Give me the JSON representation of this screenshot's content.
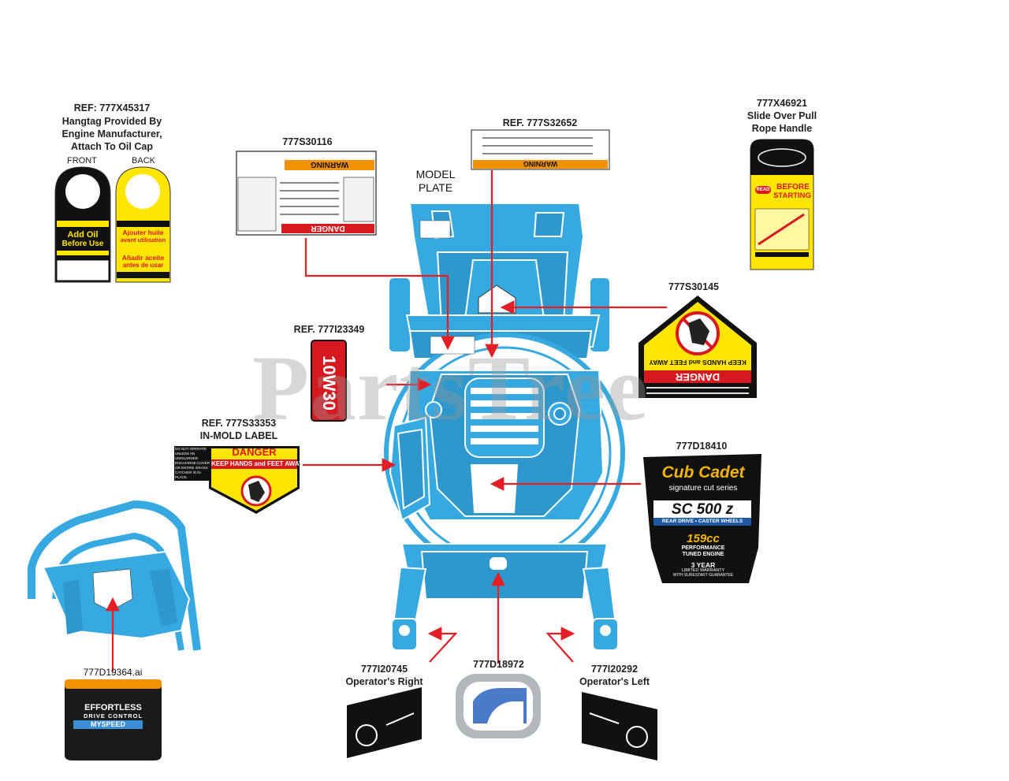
{
  "watermark": "PartsTree",
  "callouts": {
    "hangtag": {
      "ref": "REF: 777X45317",
      "desc_line1": "Hangtag Provided By",
      "desc_line2": "Engine Manufacturer,",
      "desc_line3": "Attach To Oil Cap",
      "front_label": "FRONT",
      "back_label": "BACK",
      "front_text1": "Add Oil",
      "front_text2": "Before Use",
      "back_text1": "Ajouter huile",
      "back_text2": "avant utilisation",
      "back_text3": "Añadir aceite",
      "back_text4": "antes de usar"
    },
    "warning_label": {
      "ref": "777S30116",
      "header_warning": "WARNING",
      "header_danger": "DANGER"
    },
    "model_plate": {
      "line1": "MODEL",
      "line2": "PLATE"
    },
    "handle_label": {
      "ref": "REF. 777S32652",
      "header": "WARNING"
    },
    "pull_handle": {
      "ref": "777X46921",
      "desc_line1": "Slide Over Pull",
      "desc_line2": "Rope Handle",
      "read": "READ",
      "before": "BEFORE",
      "starting": "STARTING"
    },
    "rear_guard": {
      "ref": "777S30145",
      "danger": "DANGER",
      "text": "KEEP HANDS and FEET AWAY"
    },
    "oil_label": {
      "ref": "REF. 777I23349",
      "text": "10W30"
    },
    "in_mold": {
      "ref": "REF. 777S33353",
      "desc": "IN-MOLD LABEL",
      "danger": "DANGER",
      "text": "KEEP HANDS and FEET AWAY",
      "side_text1": "DO NOT OPERATE",
      "side_text2": "UNLESS AN",
      "side_text3": "UNGUARDED",
      "side_text4": "DISCHARGE COVER",
      "side_text5": "OR ENTIRE GRASS",
      "side_text6": "CATCHER IS IN",
      "side_text7": "PLACE."
    },
    "brand_label": {
      "ref": "777D18410",
      "brand": "Cub Cadet",
      "series": "signature cut series",
      "model": "SC 500 z",
      "drive": "REAR DRIVE • CASTER WHEELS",
      "engine_cc": "159cc",
      "engine_line1": "PERFORMANCE",
      "engine_line2": "TUNED ENGINE",
      "warranty1": "3 YEAR",
      "warranty2": "LIMITED WARRANTY",
      "warranty3": "WITH SURESTART GUARANTEE"
    },
    "myspeed": {
      "ref": "777D19364.ai",
      "line1": "EFFORTLESS",
      "line2": "DRIVE CONTROL",
      "line3": "MYSPEED"
    },
    "op_right": {
      "ref": "777I20745",
      "desc": "Operator's Right"
    },
    "center_logo": {
      "ref": "777D18972"
    },
    "op_left": {
      "ref": "777I20292",
      "desc": "Operator's Left"
    }
  },
  "colors": {
    "mower_blue": "#36a9e1",
    "outline": "#ffffff",
    "arrow": "#e31e24",
    "danger_red": "#d7191f",
    "warn_orange": "#f39200",
    "yellow": "#ffe500",
    "black": "#111111"
  },
  "icons": [
    "gear-icon",
    "hand-icon",
    "no-entry-icon",
    "arrow-icon"
  ]
}
